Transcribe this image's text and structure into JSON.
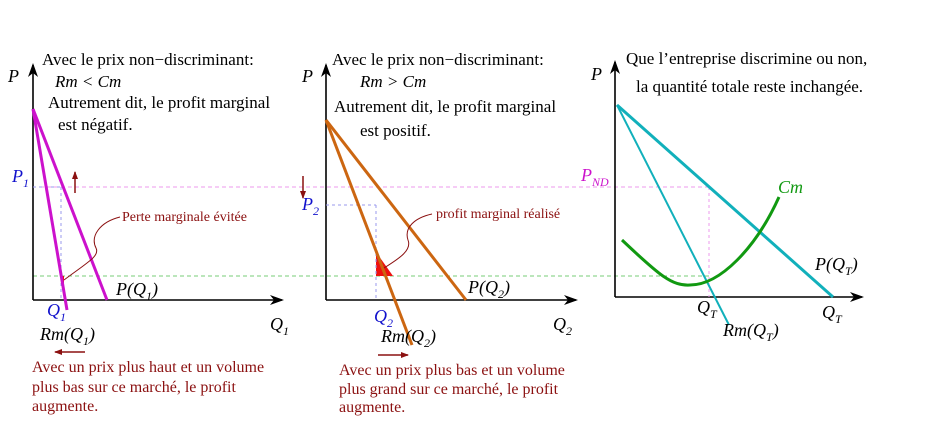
{
  "colors": {
    "black": "#000000",
    "magenta": "#cc11cc",
    "orange": "#cc6611",
    "teal": "#11b0bb",
    "green": "#119911",
    "dark_red": "#8b1010",
    "red": "#ee1111",
    "blue": "#1111cc",
    "pink_dashed": "#ee99ee",
    "green_dashed": "#77cc77",
    "blue_dashed": "#9999ee"
  },
  "panel1": {
    "y_axis": "P",
    "x_axis": "Q",
    "x_axis_sub": "1",
    "title_line1": "Avec le prix non−discriminant:",
    "title_line2": "Rm < Cm",
    "title_line3": "Autrement dit, le profit marginal",
    "title_line4": "est négatif.",
    "price_label": "P",
    "price_sub": "1",
    "qty_label": "Q",
    "qty_sub": "1",
    "demand_label": "P(Q",
    "demand_sub": "1",
    "mr_label": "Rm(Q",
    "mr_sub": "1",
    "annotation": "Perte marginale évitée",
    "bottom_line1": "Avec un prix plus haut et un volume",
    "bottom_line2": "plus bas sur ce marché, le profit",
    "bottom_line3": "augmente."
  },
  "panel2": {
    "y_axis": "P",
    "x_axis": "Q",
    "x_axis_sub": "2",
    "title_line1": "Avec le prix non−discriminant:",
    "title_line2": "Rm > Cm",
    "title_line3": "Autrement dit, le profit marginal",
    "title_line4": "est positif.",
    "price_label": "P",
    "price_sub": "2",
    "qty_label": "Q",
    "qty_sub": "2",
    "demand_label": "P(Q",
    "demand_sub": "2",
    "mr_label": "Rm(Q",
    "mr_sub": "2",
    "annotation": "profit marginal réalisé",
    "bottom_line1": "Avec un prix plus bas et un volume",
    "bottom_line2": "plus grand sur ce marché, le profit",
    "bottom_line3": "augmente."
  },
  "panel3": {
    "y_axis": "P",
    "x_axis": "Q",
    "x_axis_sub": "T",
    "title_line1": "Que l’entreprise discrimine ou non,",
    "title_line2": "la quantité totale reste inchangée.",
    "price_label": "P",
    "price_sub": "ND",
    "qty_label": "Q",
    "qty_sub": "T",
    "demand_label": "P(Q",
    "demand_sub": "T",
    "mr_label": "Rm(Q",
    "mr_sub": "T",
    "mc_label": "Cm"
  },
  "closing_paren": ")"
}
